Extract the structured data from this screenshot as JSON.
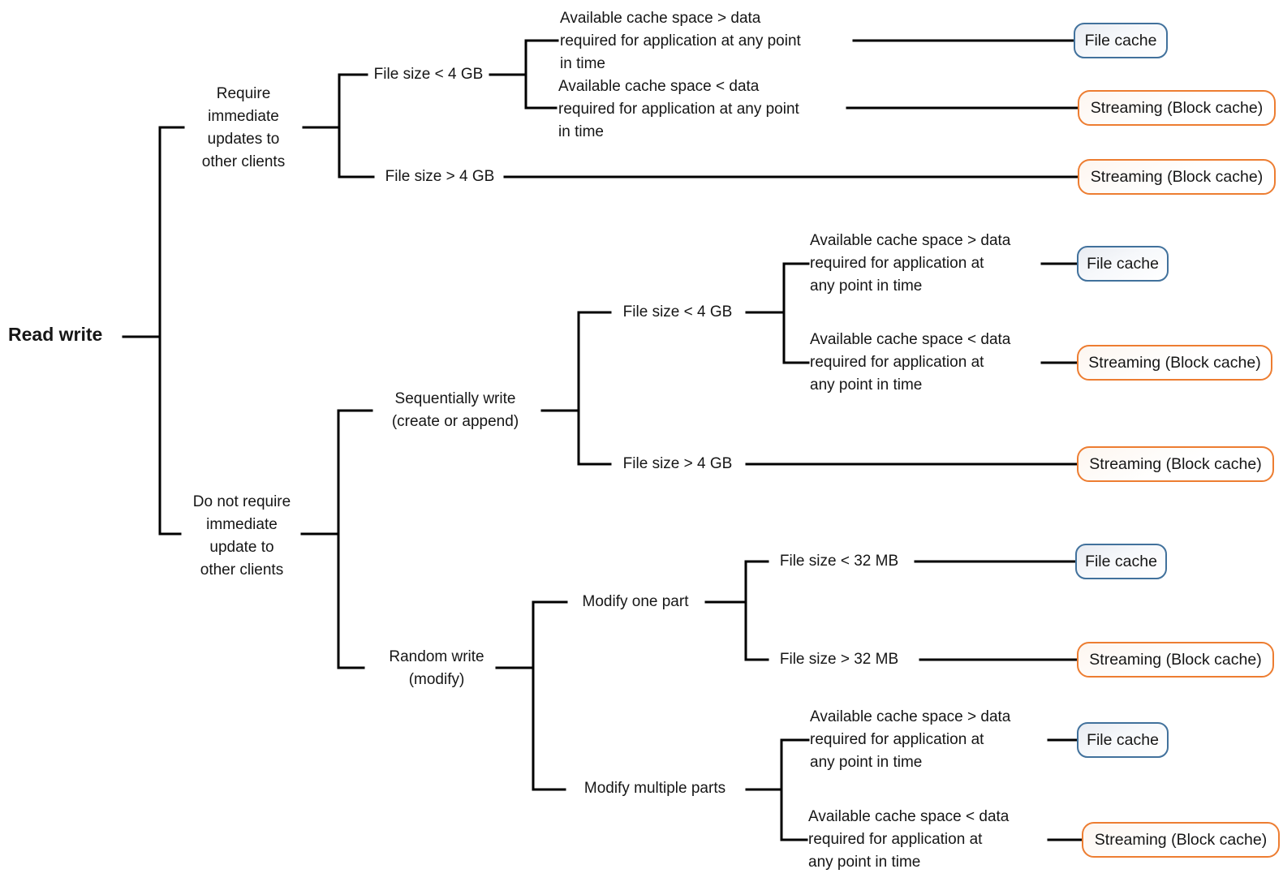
{
  "diagram": {
    "root_label": "Read write",
    "colors": {
      "file_cache_border": "#41719c",
      "streaming_border": "#ed7d31",
      "line": "#000000",
      "text": "#161616"
    },
    "nodes": {
      "require_immediate": "Require\nimmediate\nupdates to\nother clients",
      "file_lt_4gb_top": "File size < 4 GB",
      "cache_gt_data_top": "Available cache space > data\nrequired for application at any point\nin time",
      "cache_lt_data_top": "Available cache space < data\nrequired for application at any point\nin time",
      "file_gt_4gb_top": "File size > 4 GB",
      "no_immediate": "Do not require\nimmediate\nupdate to\nother clients",
      "sequential_write": "Sequentially write\n(create or append)",
      "file_lt_4gb_seq": "File size < 4 GB",
      "cache_gt_data_seq": "Available cache space > data\nrequired for application at\nany point in time",
      "cache_lt_data_seq": "Available cache space < data\nrequired for application at\nany point in time",
      "file_gt_4gb_seq": "File size > 4 GB",
      "random_write": "Random write\n(modify)",
      "modify_one_part": "Modify one part",
      "file_lt_32mb": "File size < 32 MB",
      "file_gt_32mb": "File size > 32 MB",
      "modify_multiple_parts": "Modify multiple parts",
      "cache_gt_data_multi": "Available cache space > data\nrequired for application at\nany point in time",
      "cache_lt_data_multi": "Available cache space < data\nrequired for application at\nany point in time"
    },
    "outcomes": {
      "file_cache": "File cache",
      "streaming": "Streaming (Block cache)"
    }
  }
}
